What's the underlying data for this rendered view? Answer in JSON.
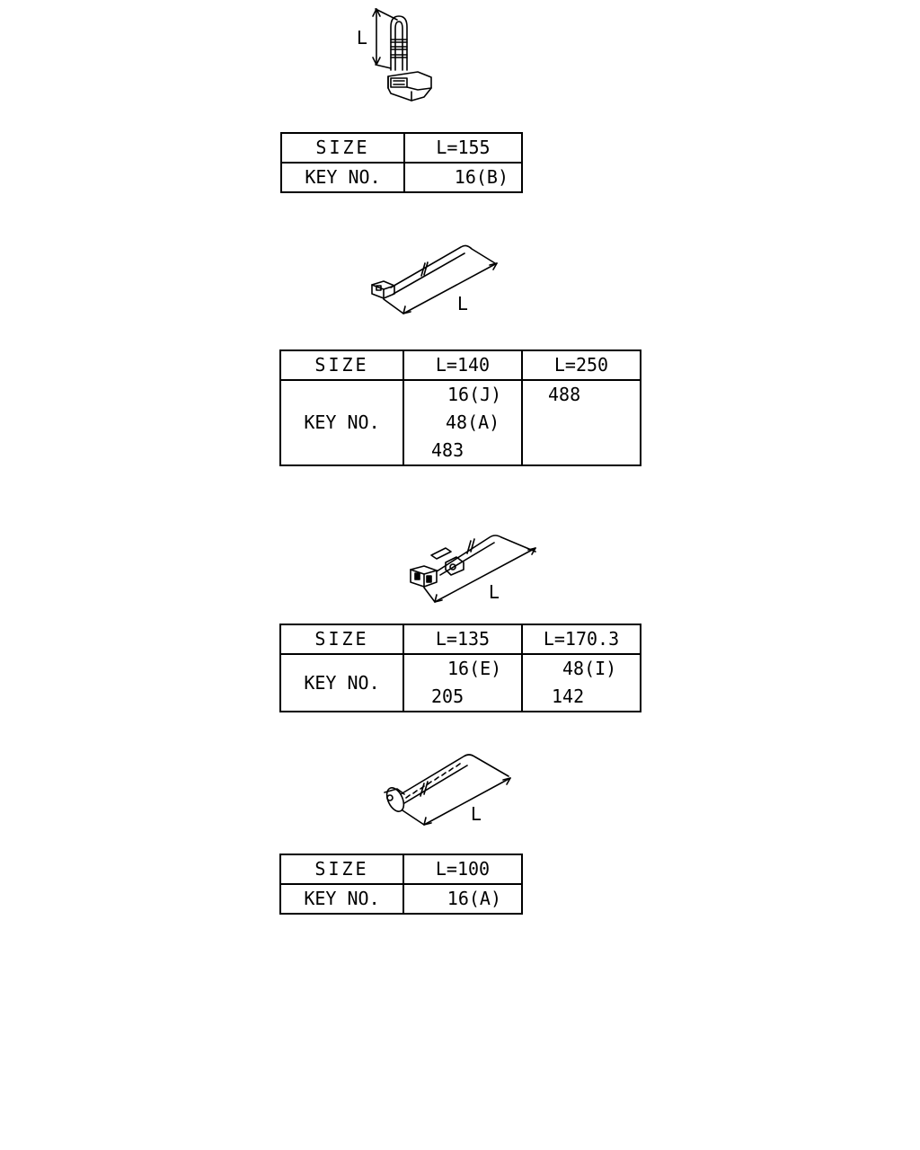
{
  "parts": [
    {
      "dimension_label": "L",
      "table": {
        "size_label": "SIZE",
        "key_label": "KEY NO.",
        "columns": [
          {
            "size": "L=155",
            "keys": [
              "16(B)"
            ]
          }
        ]
      }
    },
    {
      "dimension_label": "L",
      "table": {
        "size_label": "SIZE",
        "key_label": "KEY NO.",
        "columns": [
          {
            "size": "L=140",
            "keys": [
              "16(J)",
              "48(A)",
              "483"
            ]
          },
          {
            "size": "L=250",
            "keys": [
              "488"
            ]
          }
        ]
      }
    },
    {
      "dimension_label": "L",
      "table": {
        "size_label": "SIZE",
        "key_label": "KEY NO.",
        "columns": [
          {
            "size": "L=135",
            "keys": [
              "16(E)",
              "205"
            ]
          },
          {
            "size": "L=170.3",
            "keys": [
              "48(I)",
              "142"
            ]
          }
        ]
      }
    },
    {
      "dimension_label": "L",
      "table": {
        "size_label": "SIZE",
        "key_label": "KEY NO.",
        "columns": [
          {
            "size": "L=100",
            "keys": [
              "16(A)"
            ]
          }
        ]
      }
    }
  ]
}
